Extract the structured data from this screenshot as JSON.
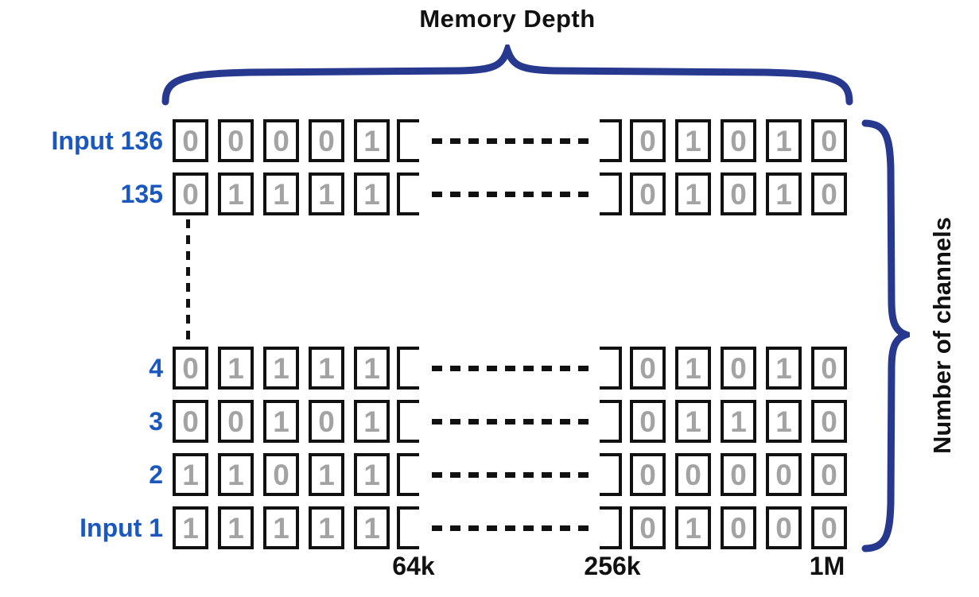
{
  "title": "Memory Depth",
  "right_axis_label": "Number of channels",
  "depth_ticks": [
    "64k",
    "256k",
    "1M"
  ],
  "rows": [
    {
      "label": "Input 136",
      "left_bits": [
        "0",
        "0",
        "0",
        "0",
        "1"
      ],
      "right_bits": [
        "0",
        "1",
        "0",
        "1",
        "0"
      ]
    },
    {
      "label": "135",
      "left_bits": [
        "0",
        "1",
        "1",
        "1",
        "1"
      ],
      "right_bits": [
        "0",
        "1",
        "0",
        "1",
        "0"
      ]
    },
    {
      "label": "4",
      "left_bits": [
        "0",
        "1",
        "1",
        "1",
        "1"
      ],
      "right_bits": [
        "0",
        "1",
        "0",
        "1",
        "0"
      ]
    },
    {
      "label": "3",
      "left_bits": [
        "0",
        "0",
        "1",
        "0",
        "1"
      ],
      "right_bits": [
        "0",
        "1",
        "1",
        "1",
        "0"
      ]
    },
    {
      "label": "2",
      "left_bits": [
        "1",
        "1",
        "0",
        "1",
        "1"
      ],
      "right_bits": [
        "0",
        "0",
        "0",
        "0",
        "0"
      ]
    },
    {
      "label": "Input 1",
      "left_bits": [
        "1",
        "1",
        "1",
        "1",
        "1"
      ],
      "right_bits": [
        "0",
        "1",
        "0",
        "0",
        "0"
      ]
    }
  ],
  "colors": {
    "brace_blue": "#27388f",
    "label_blue": "#1a57be",
    "bit_gray": "#a3a3a3",
    "text_black": "#111111"
  }
}
